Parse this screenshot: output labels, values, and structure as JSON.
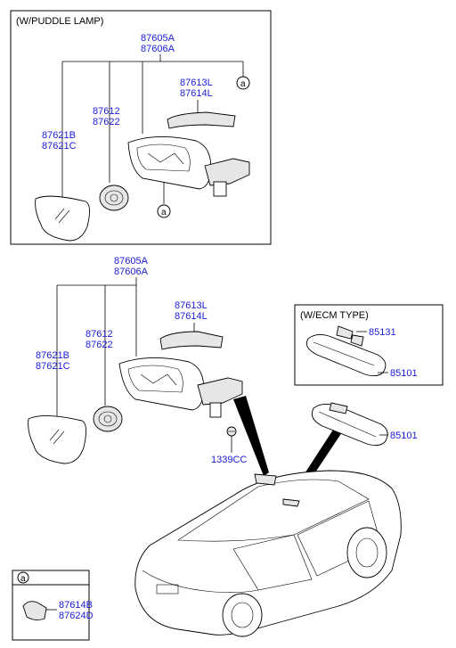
{
  "top_panel": {
    "header": "(W/PUDDLE LAMP)",
    "mirror_assy_a": "87605A",
    "mirror_assy_b": "87606A",
    "glass_a": "87621B",
    "glass_b": "87621C",
    "actuator_a": "87612",
    "actuator_b": "87622",
    "cover_a": "87613L",
    "cover_b": "87614L",
    "ref_a": "a"
  },
  "middle": {
    "mirror_assy_a": "87605A",
    "mirror_assy_b": "87606A",
    "glass_a": "87621B",
    "glass_b": "87621C",
    "actuator_a": "87612",
    "actuator_b": "87622",
    "cover_a": "87613L",
    "cover_b": "87614L",
    "bolt": "1339CC"
  },
  "ecm_panel": {
    "header": "(W/ECM TYPE)",
    "part_cover": "85131",
    "part_mirror": "85101"
  },
  "inside_mirror": "85101",
  "ref_panel": {
    "header": "a",
    "lamp_a": "87614B",
    "lamp_b": "87624D"
  }
}
